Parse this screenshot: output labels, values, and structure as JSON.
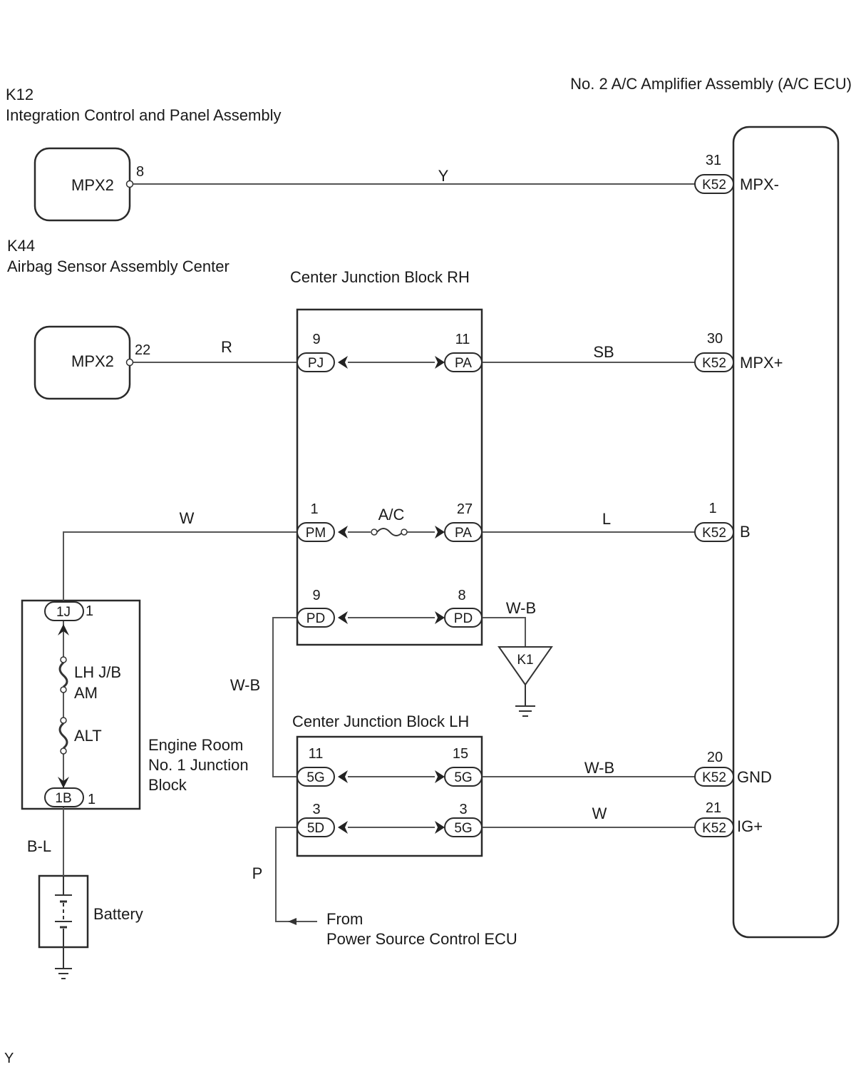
{
  "components": {
    "k12_code": "K12",
    "k12_name": "Integration Control and Panel Assembly",
    "k12_terminal": "MPX2",
    "k44_code": "K44",
    "k44_name": "Airbag Sensor Assembly Center",
    "k44_terminal": "MPX2",
    "amp_name": "No. 2 A/C Amplifier Assembly  (A/C ECU)",
    "cjb_rh": "Center Junction Block RH",
    "cjb_lh": "Center Junction Block LH",
    "engine_jb_line1": "Engine Room",
    "engine_jb_line2": "No. 1 Junction",
    "engine_jb_line3": "Block",
    "battery": "Battery",
    "from_line1": "From",
    "from_line2": "Power Source Control ECU",
    "ground_k1": "K1"
  },
  "fuses": {
    "ac": "A/C",
    "lhjb_line1": "LH J/B",
    "lhjb_line2": "AM",
    "alt": "ALT"
  },
  "wires": {
    "y": "Y",
    "r": "R",
    "sb": "SB",
    "w_top": "W",
    "l": "L",
    "wb_right": "W-B",
    "wb_left": "W-B",
    "wb_lh": "W-B",
    "w_lh": "W",
    "bl": "B-L",
    "p": "P"
  },
  "pins": {
    "k12_pin": "8",
    "k44_pin": "22",
    "amp_31": "31",
    "amp_30": "30",
    "amp_1": "1",
    "amp_20": "20",
    "amp_21": "21",
    "rh_pj": "9",
    "rh_pa1": "11",
    "rh_pm": "1",
    "rh_pa2": "27",
    "rh_pd1": "9",
    "rh_pd2": "8",
    "lh_5g1": "11",
    "lh_5g2": "15",
    "lh_5d": "3",
    "lh_5g3": "3",
    "jb_1j": "1",
    "jb_1b": "1"
  },
  "connectors": {
    "k52_a": "K52",
    "k52_b": "K52",
    "k52_c": "K52",
    "k52_d": "K52",
    "k52_e": "K52",
    "pj": "PJ",
    "pa1": "PA",
    "pm": "PM",
    "pa2": "PA",
    "pd1": "PD",
    "pd2": "PD",
    "g5_1": "5G",
    "g5_2": "5G",
    "d5": "5D",
    "g5_3": "5G",
    "j1": "1J",
    "b1": "1B"
  },
  "terminals": {
    "mpx_minus": "MPX-",
    "mpx_plus": "MPX+",
    "b": "B",
    "gnd": "GND",
    "ig_plus": "IG+"
  },
  "footer": "Y"
}
